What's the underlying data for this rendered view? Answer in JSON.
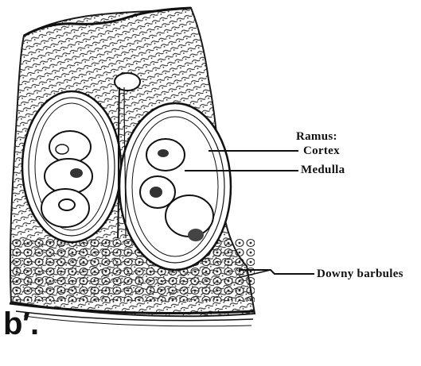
{
  "figure": {
    "panel_label": "b′.",
    "labels": {
      "ramus": "Ramus:",
      "cortex": "Cortex",
      "medulla": "Medulla",
      "downy_barbules": "Downy barbules"
    },
    "ink_color": "#1a1a1a",
    "paper_color": "#ffffff"
  }
}
